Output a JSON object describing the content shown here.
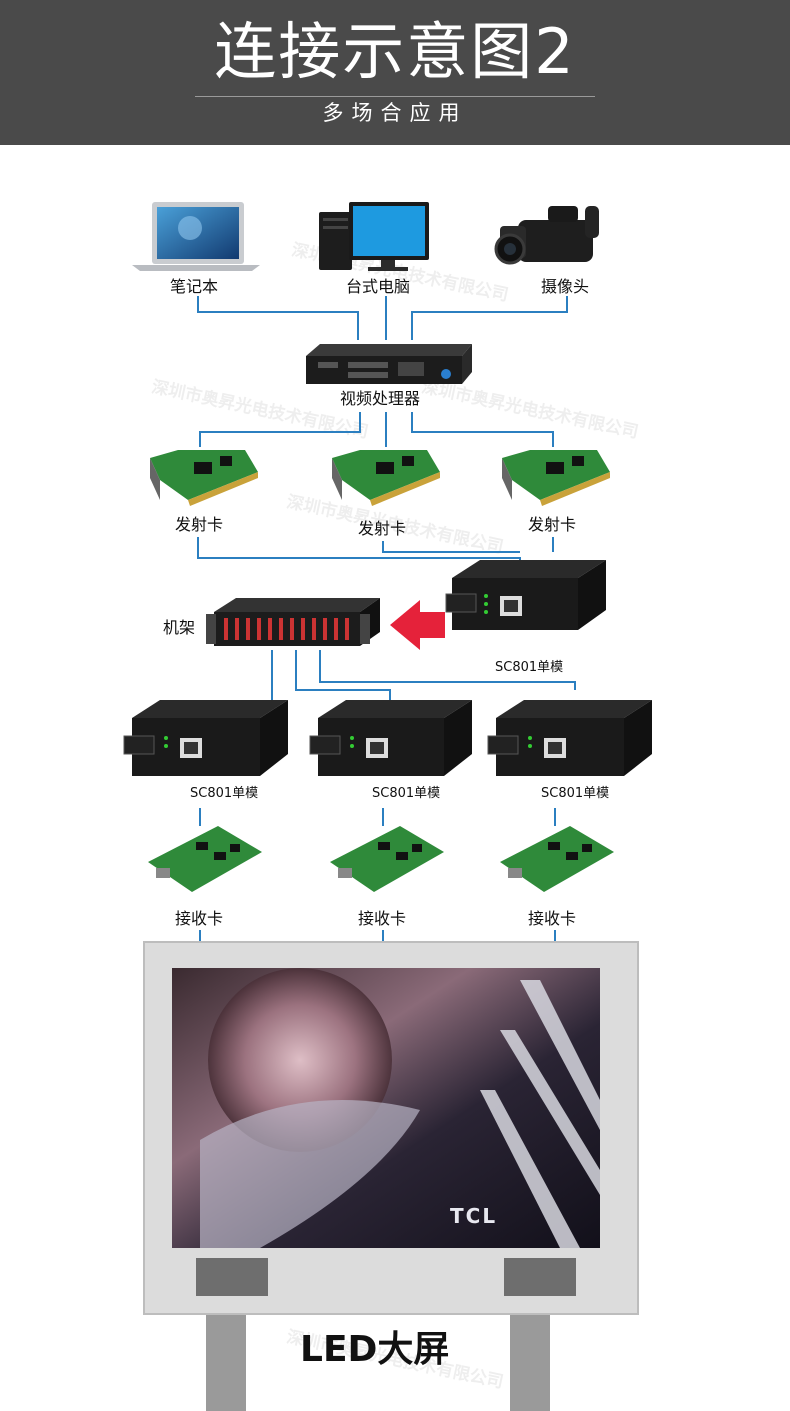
{
  "header": {
    "title": "连接示意图2",
    "subtitle": "多场合应用"
  },
  "sources": [
    {
      "label": "笔记本",
      "icon": "laptop-icon"
    },
    {
      "label": "台式电脑",
      "icon": "desktop-computer-icon"
    },
    {
      "label": "摄像头",
      "icon": "video-camera-icon"
    }
  ],
  "processor": {
    "label": "视频处理器",
    "icon": "video-processor-icon"
  },
  "sending_cards": [
    {
      "label": "发射卡"
    },
    {
      "label": "发射卡"
    },
    {
      "label": "发射卡"
    }
  ],
  "rack": {
    "label": "机架",
    "icon": "rack-chassis-icon"
  },
  "converter_top": {
    "label": "SC801单模"
  },
  "converters": [
    {
      "label": "SC801单模"
    },
    {
      "label": "SC801单模"
    },
    {
      "label": "SC801单模"
    }
  ],
  "receiving_cards": [
    {
      "label": "接收卡"
    },
    {
      "label": "接收卡"
    },
    {
      "label": "接收卡"
    }
  ],
  "screen": {
    "label": "LED大屏",
    "brand_text": "TCL"
  },
  "watermark": "深圳市奥昇光电技术有限公司",
  "colors": {
    "header_bg": "#4a4a4a",
    "connector_line": "#2b7fc0",
    "arrow": "#e5223a",
    "pcb_green": "#2f8a3a",
    "device_black": "#1c1c1c"
  }
}
